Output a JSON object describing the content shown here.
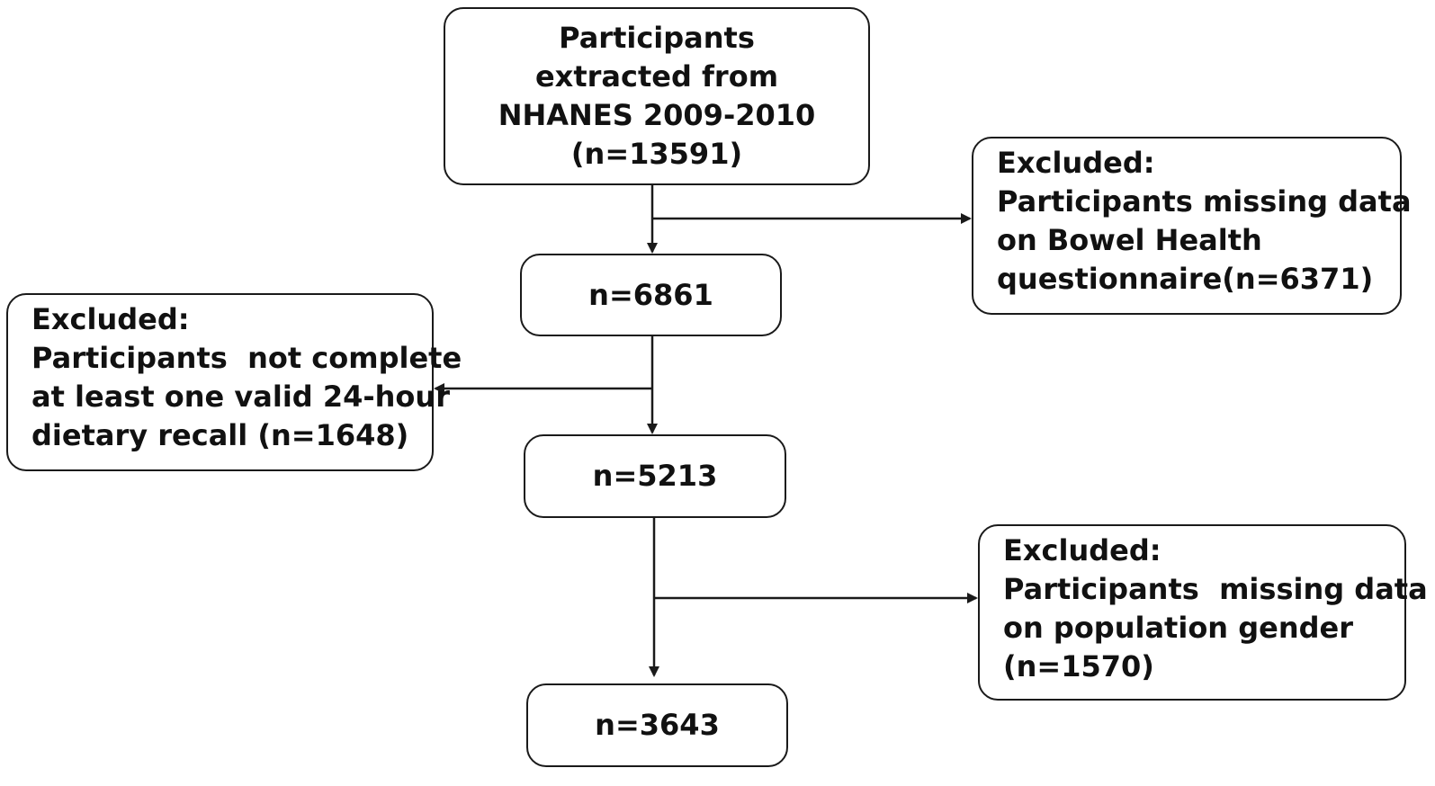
{
  "flowchart": {
    "source": {
      "lines": [
        "Participants",
        "extracted from",
        "NHANES 2009-2010",
        "(n=13591)"
      ]
    },
    "steps": [
      {
        "label": "n=6861"
      },
      {
        "label": "n=5213"
      },
      {
        "label": "n=3643"
      }
    ],
    "exclusions": [
      {
        "lines": [
          "Excluded:",
          "Participants missing data",
          "on Bowel Health",
          "questionnaire(n=6371)"
        ]
      },
      {
        "lines": [
          "Excluded:",
          "Participants  not complete",
          "at least one valid 24-hour",
          "dietary recall (n=1648)"
        ]
      },
      {
        "lines": [
          "Excluded:",
          "Participants  missing data",
          "on population gender",
          "(n=1570)"
        ]
      }
    ]
  },
  "colors": {
    "stroke": "#1a1a1a",
    "background": "#ffffff",
    "text": "#111111"
  }
}
